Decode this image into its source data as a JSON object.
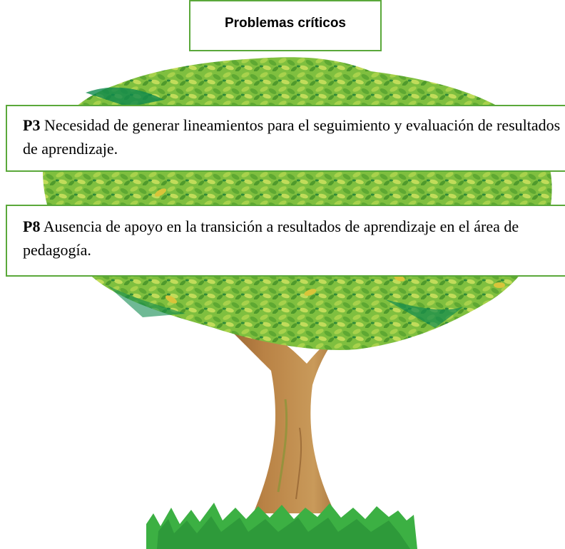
{
  "title": "Problemas críticos",
  "problems": [
    {
      "code": "P3",
      "text": " Necesidad de generar lineamientos para el seguimiento y evaluación de resultados de aprendizaje."
    },
    {
      "code": "P8",
      "text": " Ausencia de apoyo en la transición a resultados de aprendizaje en el área de pedagogía."
    }
  ],
  "colors": {
    "box_border": "#5aa83a",
    "foliage_light": "#9ccc4a",
    "foliage_mid": "#5ba83a",
    "foliage_dark": "#0f8a4e",
    "trunk": "#b07a3c",
    "grass": "#3cb043"
  },
  "illustration": "tree-icon"
}
